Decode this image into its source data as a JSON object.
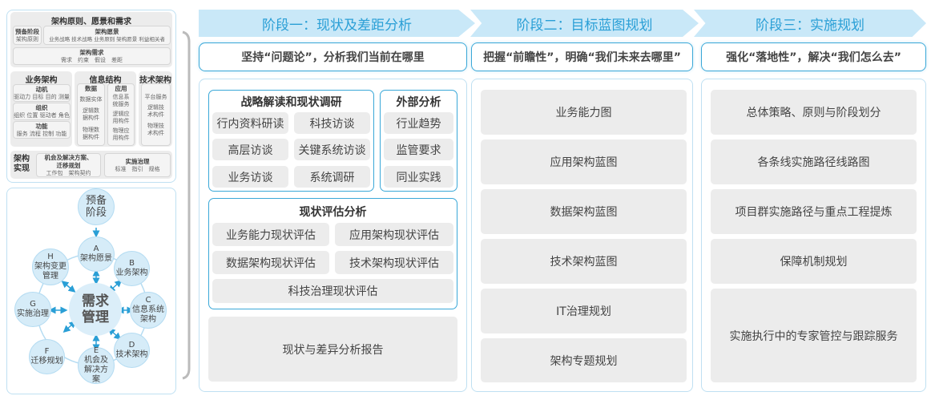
{
  "left_top": {
    "principles": {
      "title": "架构原则、愿景和需求",
      "prep": {
        "title": "预备阶段",
        "sub": "架构原则"
      },
      "vision": {
        "title": "架构愿景",
        "sub": "业务战略 技术战略 业务原则 架构愿景 利益相关者"
      },
      "req": {
        "title": "架构需求",
        "sub": "需求　约束　假设　差距"
      }
    },
    "business": {
      "title": "业务架构",
      "items": [
        {
          "title": "动机",
          "sub": "驱动力 目标 目的 测量"
        },
        {
          "title": "组织",
          "sub": "组织 位置 驱动者 角色"
        },
        {
          "title": "功能",
          "sub": "服务 流程 控制 功能"
        }
      ]
    },
    "info": {
      "title": "信息结构",
      "data": {
        "title": "数据",
        "items": [
          "数据实体",
          "逻辑数据构件",
          "物理数据构件"
        ]
      },
      "app": {
        "title": "应用",
        "items": [
          "信息系统服务",
          "逻辑应用构件",
          "物理应用构件"
        ]
      }
    },
    "tech": {
      "title": "技术架构",
      "items": [
        "平台服务",
        "逻辑技术构件",
        "物理技术构件"
      ]
    },
    "impl": {
      "title": "架构实现",
      "opp": {
        "title": "机会及解决方案、迁移规划",
        "sub": "工作包　架构契约"
      },
      "gov": {
        "title": "实施治理",
        "sub": "标准　指引　规格"
      }
    }
  },
  "cycle": {
    "prep": "预备阶段",
    "center": "需求管理",
    "nodes": [
      {
        "letter": "A",
        "label": "架构愿景"
      },
      {
        "letter": "B",
        "label": "业务架构"
      },
      {
        "letter": "C",
        "label": "信息系统架构"
      },
      {
        "letter": "D",
        "label": "技术架构"
      },
      {
        "letter": "E",
        "label": "机会及解决方案"
      },
      {
        "letter": "F",
        "label": "迁移规划"
      },
      {
        "letter": "G",
        "label": "实施治理"
      },
      {
        "letter": "H",
        "label": "架构变更管理"
      }
    ]
  },
  "stages": [
    {
      "title": "阶段一：现状及差距分析",
      "motto": "坚持“问题论”，分析我们当前在哪里",
      "research": {
        "title": "战略解读和现状调研",
        "items": [
          "行内资料研读",
          "科技访谈",
          "高层访谈",
          "关键系统访谈",
          "业务访谈",
          "系统调研"
        ]
      },
      "external": {
        "title": "外部分析",
        "items": [
          "行业趋势",
          "监管要求",
          "同业实践"
        ]
      },
      "assessment": {
        "title": "现状评估分析",
        "items": [
          "业务能力现状评估",
          "应用架构现状评估",
          "数据架构现状评估",
          "技术架构现状评估",
          "科技治理现状评估"
        ]
      },
      "report": "现状与差异分析报告"
    },
    {
      "title": "阶段二：目标蓝图规划",
      "motto": "把握“前瞻性”，明确“我们未来去哪里”",
      "items": [
        "业务能力图",
        "应用架构蓝图",
        "数据架构蓝图",
        "技术架构蓝图",
        "IT治理规划",
        "架构专题规划"
      ]
    },
    {
      "title": "阶段三：实施规划",
      "motto": "强化“落地性”，解决“我们怎么去”",
      "items": [
        "总体策略、原则与阶段划分",
        "各条线实施路径线路图",
        "项目群实施路径与重点工程提炼",
        "保障机制规划",
        "实施执行中的专家管控与跟踪服务"
      ]
    }
  ],
  "colors": {
    "accent": "#3aa8d8",
    "header_bg": "#c9e8f8",
    "header_text": "#2a9fd6",
    "item_bg": "#ececec"
  }
}
